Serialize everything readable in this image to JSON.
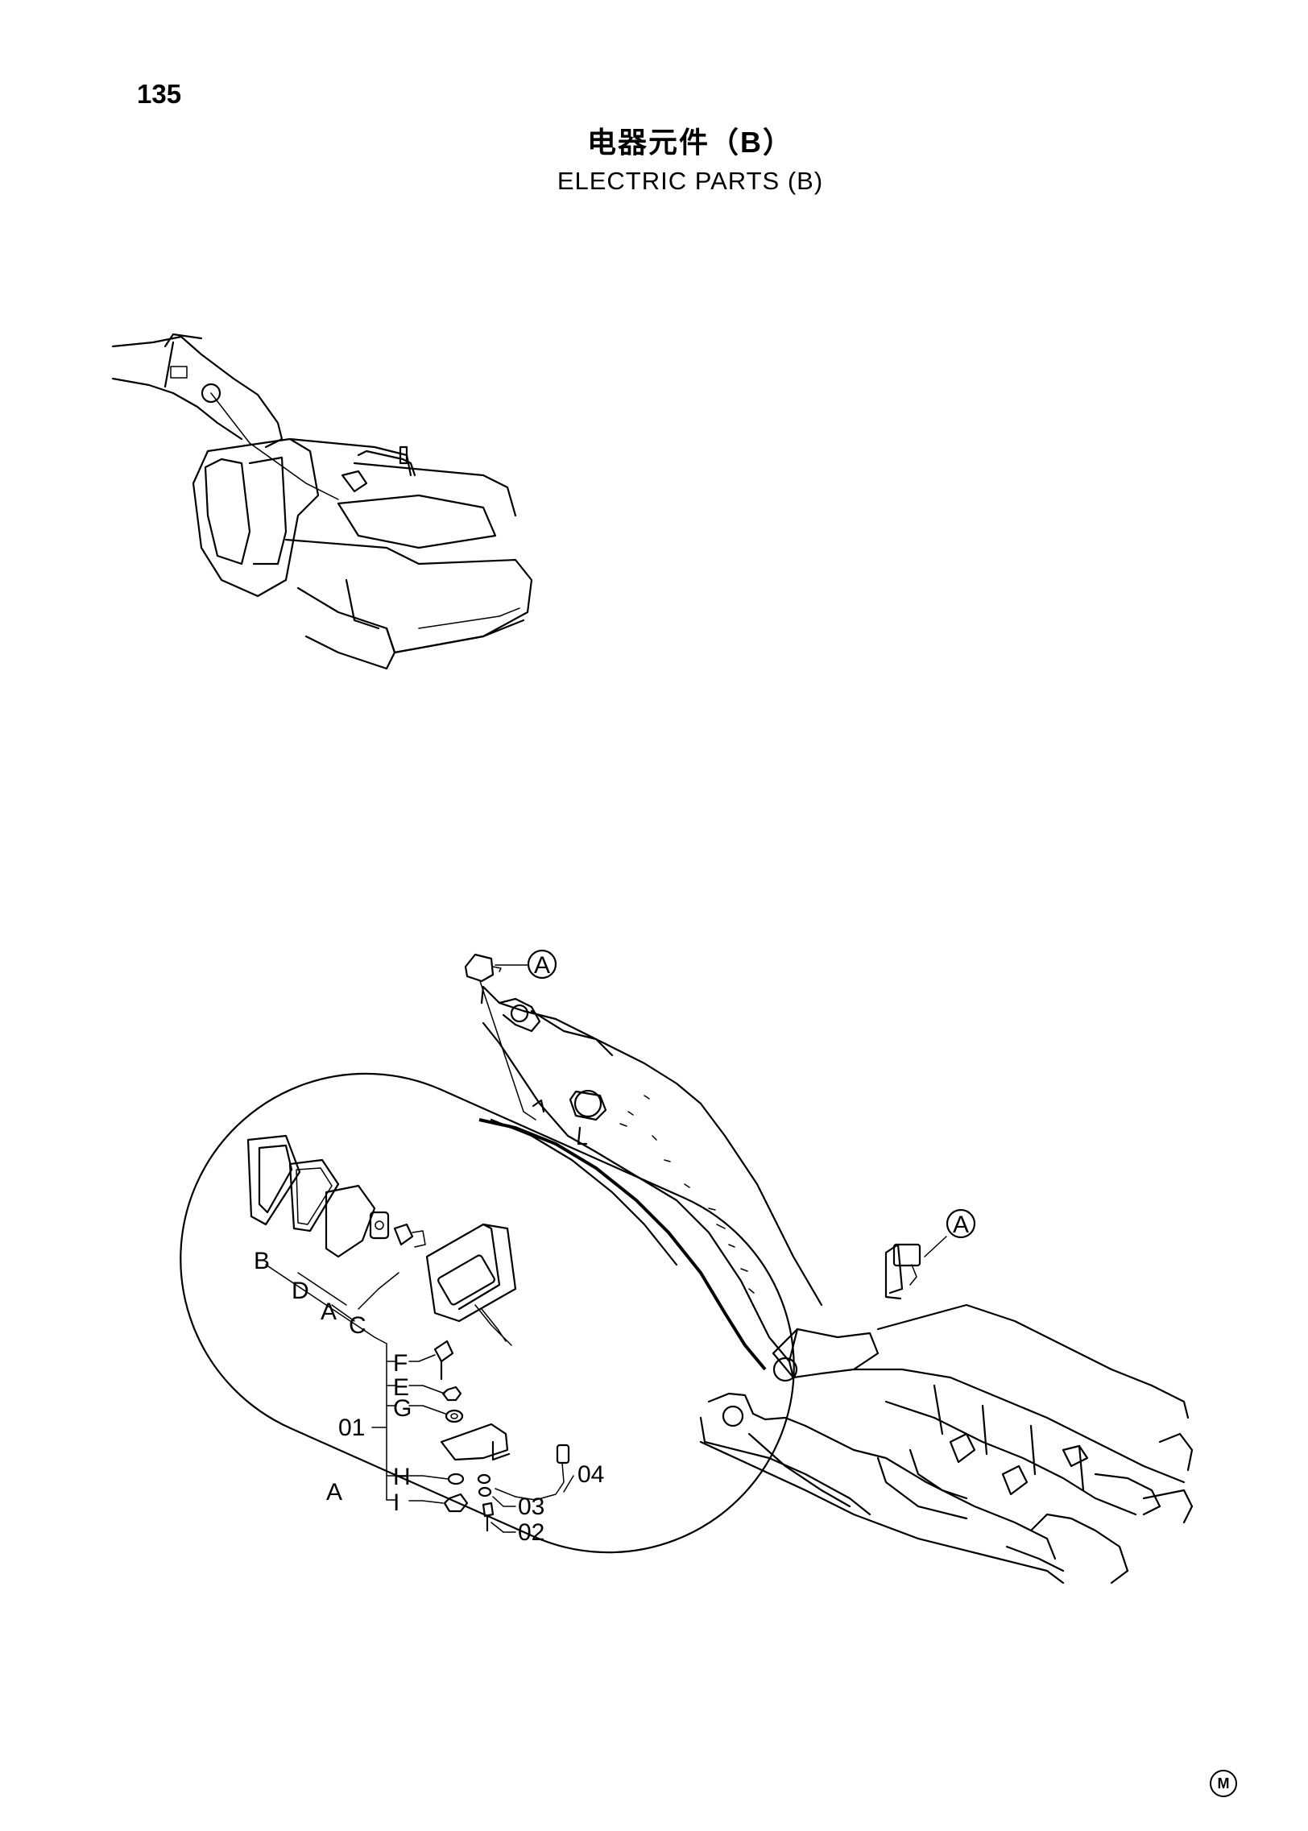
{
  "page_number": "135",
  "title_cn": "电器元件（B）",
  "title_en": "ELECTRIC PARTS (B)",
  "callout_ref": "A",
  "detail_callout": "A",
  "assembly_number": "01",
  "component_labels": [
    "B",
    "D",
    "A",
    "C",
    "F",
    "E",
    "G",
    "H",
    "I"
  ],
  "part_numbers": [
    "04",
    "03",
    "02"
  ],
  "corner_mark": "M"
}
